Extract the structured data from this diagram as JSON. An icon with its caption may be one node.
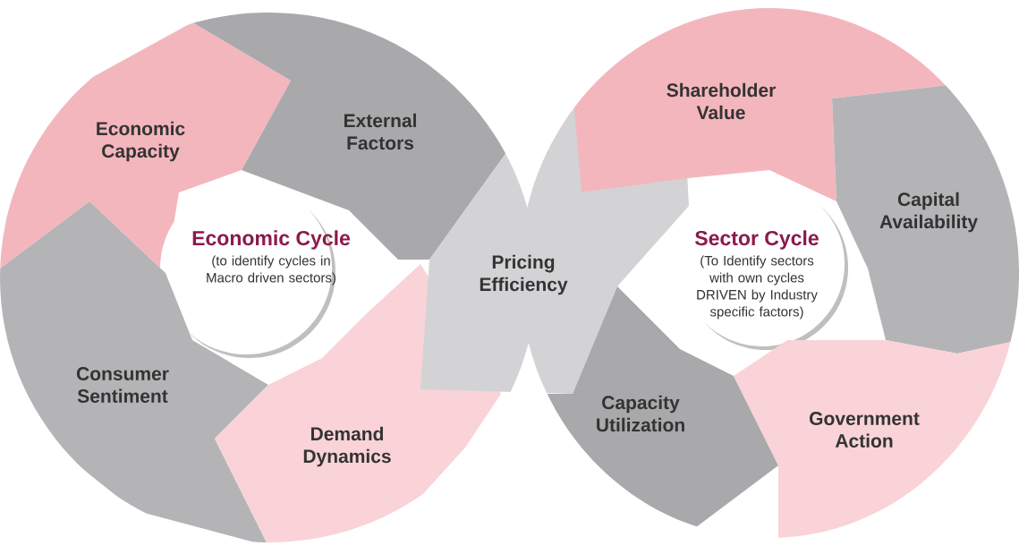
{
  "diagram": {
    "nodes": [
      {
        "text": [
          "Economic Capacity"
        ]
      },
      {
        "text": [
          "External Factors"
        ]
      },
      {
        "text": [
          "Economic Cycle",
          "(to identify cycles in Macro driven sectors)"
        ]
      },
      {
        "text": [
          "Consumer Sentiment"
        ]
      },
      {
        "text": [
          "Demand Dynamics"
        ]
      },
      {
        "text": [
          "Pricing Efficiency"
        ]
      },
      {
        "text": [
          "Shareholder Value"
        ]
      },
      {
        "text": [
          "Capital Availability"
        ]
      },
      {
        "text": [
          "Sector Cycle",
          "(To Identify sectors with own cycles DRIVEN by Industry specific factors)"
        ]
      },
      {
        "text": [
          "Capacity Utilization"
        ]
      },
      {
        "text": [
          "Government Action"
        ]
      }
    ]
  }
}
